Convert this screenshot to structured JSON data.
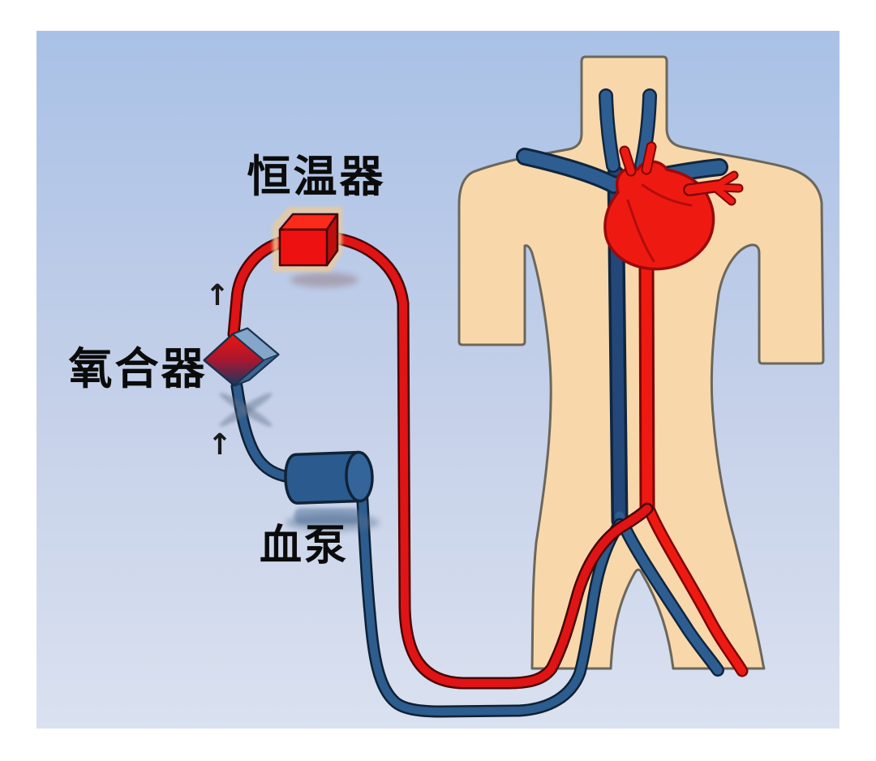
{
  "labels": {
    "thermostat": "恒温器",
    "oxygenator": "氧合器",
    "blood_pump": "血泵"
  },
  "flow_arrows": [
    "↑",
    "↑"
  ],
  "colors": {
    "page_background": "#ffffff",
    "panel_top": "#a9c1e6",
    "panel_mid": "#c6d1e9",
    "panel_bottom": "#dae1f0",
    "label_color": "#0b0b0b",
    "arrow_color": "#1a1a1a",
    "skin": "#f8d8ab",
    "body_outline": "#6b675c",
    "vein_blue": "#2e5e91",
    "vein_deep": "#24477a",
    "vein_dark": "#10263f",
    "artery_red": "#ee1a12",
    "artery_dark": "#7c0606",
    "tube_red": "#e01414",
    "tube_red_dark": "#4a0606",
    "tube_blue": "#2d5c8e",
    "tube_blue_dark": "#0e2134",
    "thermostat_front": "#ee1111",
    "thermostat_top": "#fb2b1b",
    "thermostat_side": "#bd0e0e",
    "thermostat_glow": "#f0cb93",
    "oxygenator_frame": "#5e85b0",
    "oxygenator_facet_light": "#84a6c9",
    "oxygenator_facet_dark": "#3c6591",
    "oxygenator_grad_top": "#e8150e",
    "oxygenator_grad_mid": "#a81630",
    "oxygenator_grad_bottom": "#22345f",
    "pump_body": "#2b5a8e",
    "pump_cap": "#33659a"
  }
}
